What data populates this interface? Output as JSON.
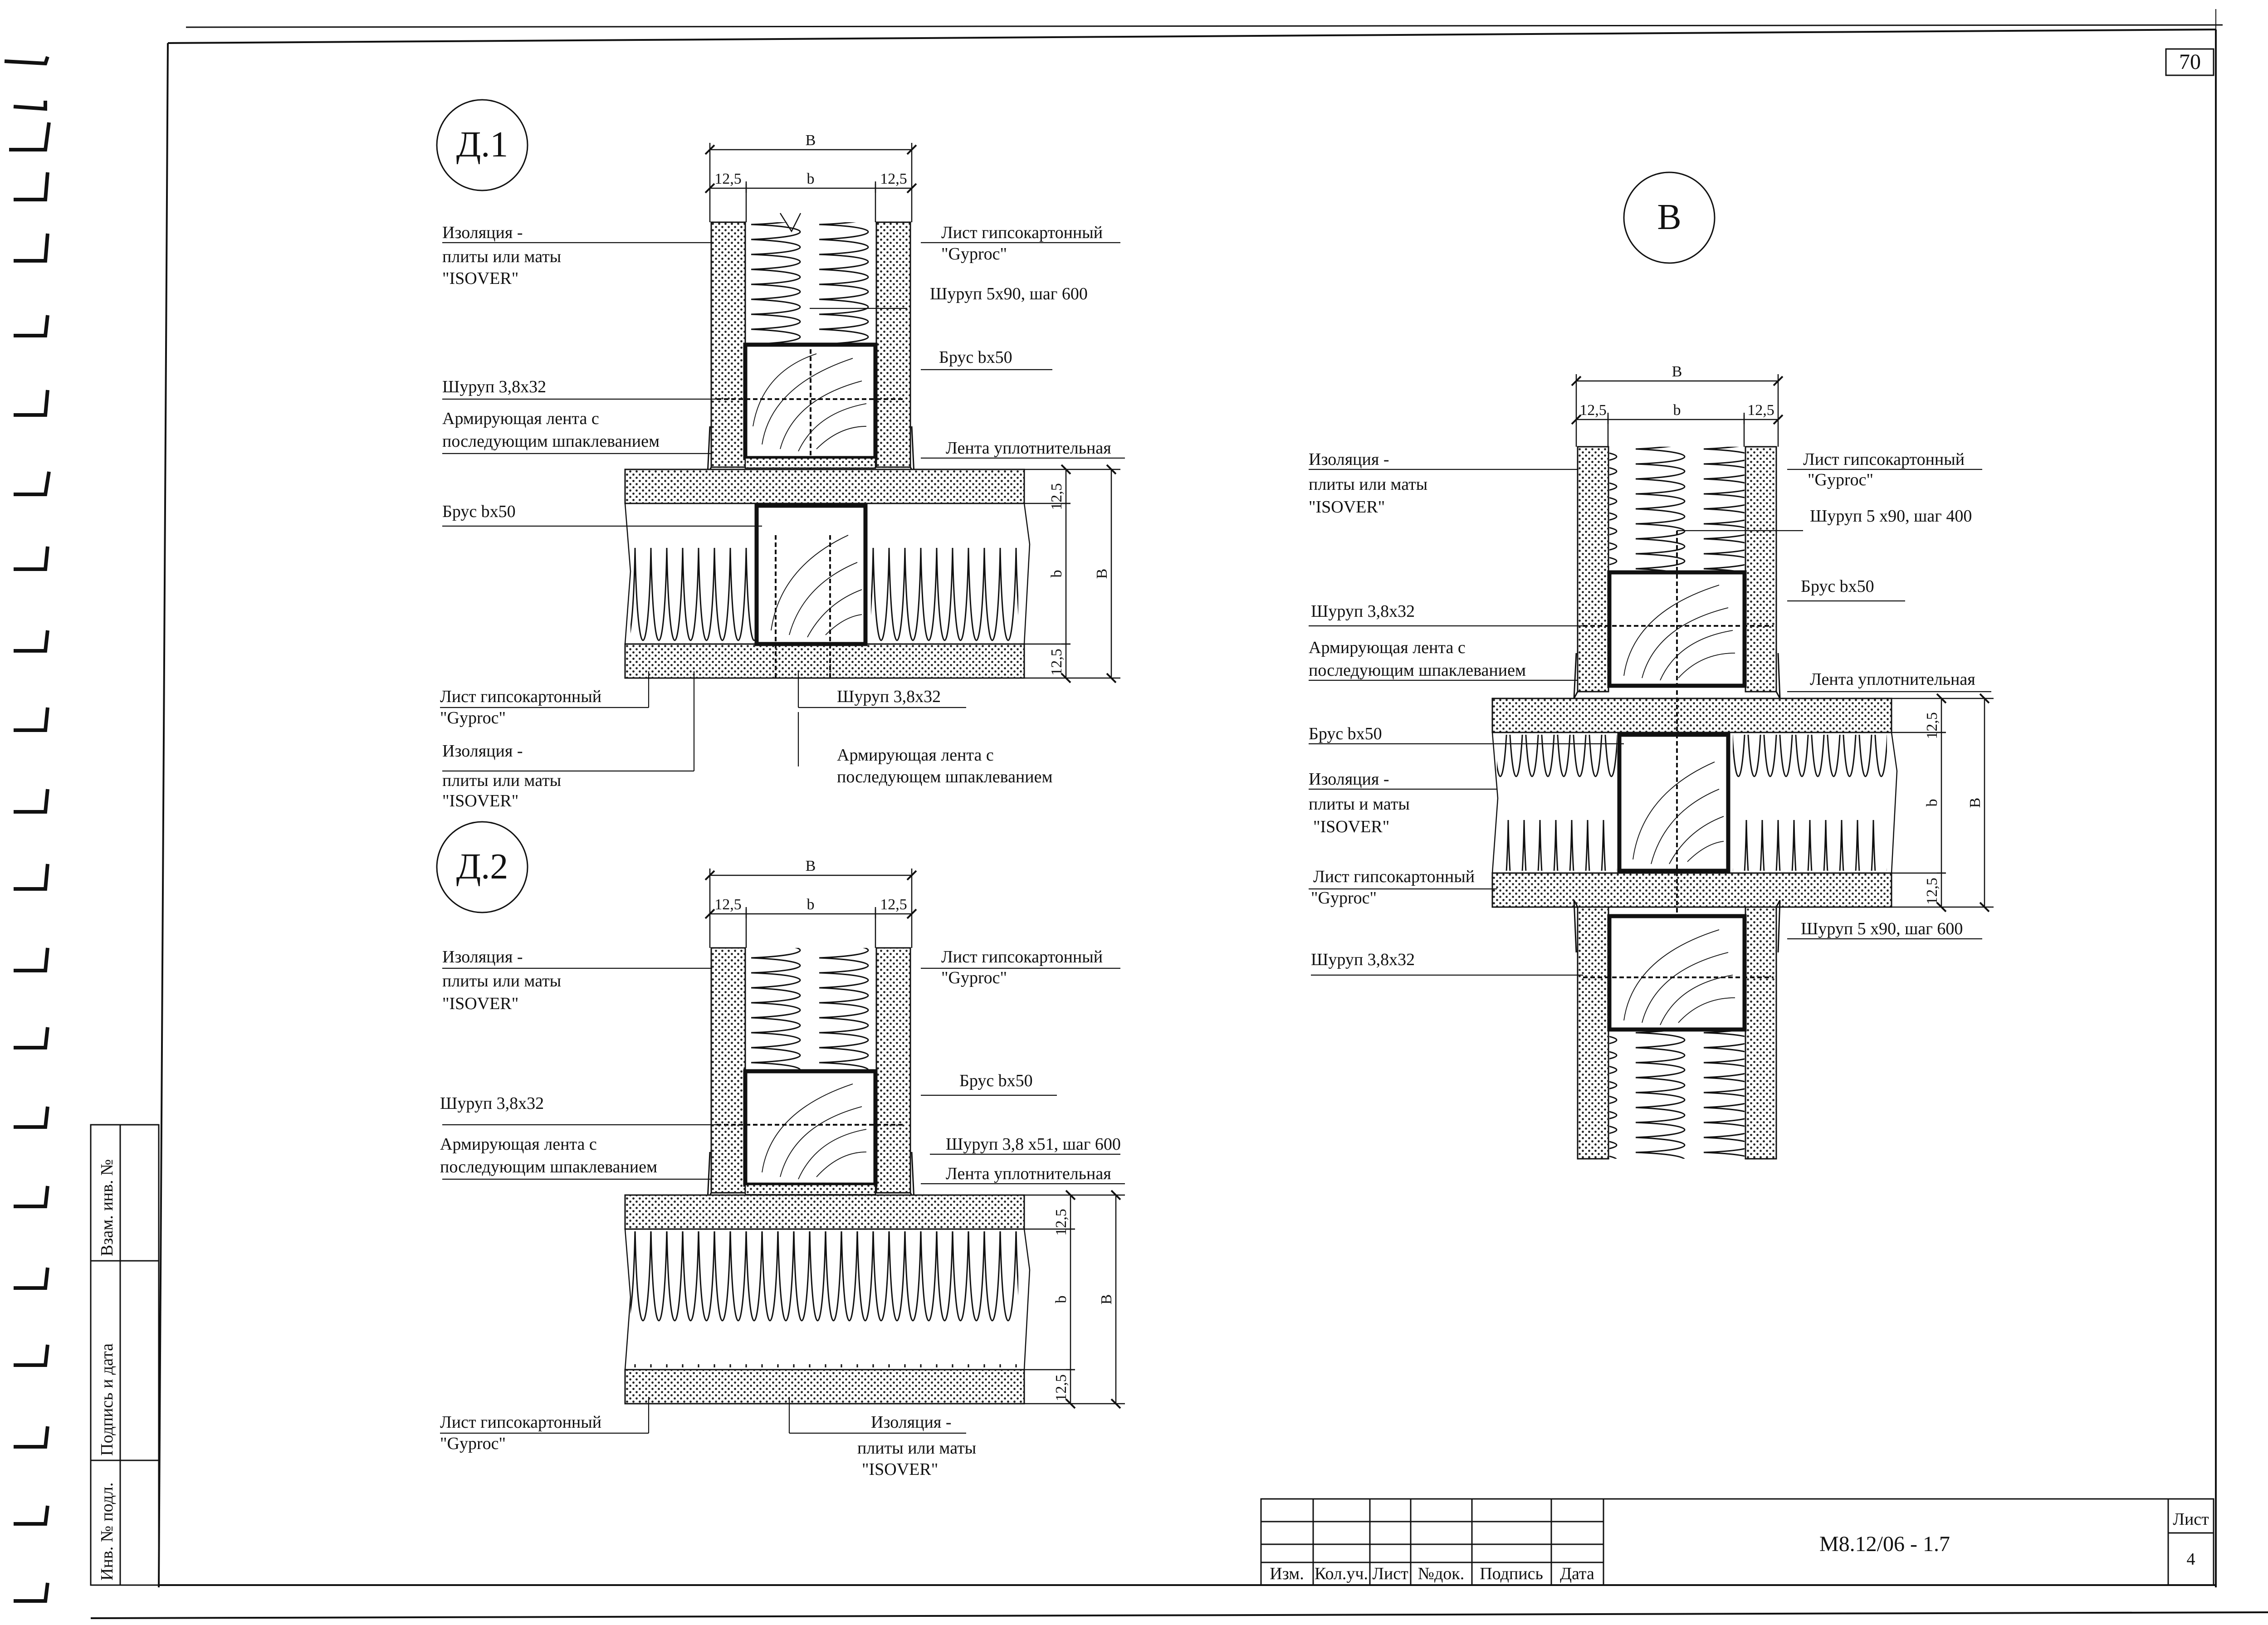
{
  "sheet": {
    "page_number": "70",
    "code": "М8.12/06 - 1.7",
    "list_label": "Лист",
    "list_number": "4"
  },
  "title_block": {
    "headers": [
      "Изм.",
      "Кол.уч.",
      "Лист",
      "№док.",
      "Подпись",
      "Дата"
    ]
  },
  "side_stamp": [
    "Инв. № подл.",
    "Подпись и дата",
    "Взам. инв. №"
  ],
  "detail_d1": {
    "id": "Д.1",
    "dims": {
      "B": "B",
      "side": "12,5",
      "b": "b"
    },
    "labels": {
      "insul_tl_1": "Изоляция -",
      "insul_tl_2": "плиты или маты",
      "insul_tl_3": "\"ISOVER\"",
      "gyp_tr_1": "Лист гипсокартонный",
      "gyp_tr_2": "\"Gyproc\"",
      "screw_590": "Шуруп 5х90, шаг 600",
      "brus_r": "Брус bх50",
      "screw_38_l": "Шуруп 3,8х32",
      "tape_l_1": "Армирующая лента с",
      "tape_l_2": "последующим шпаклеванием",
      "seal": "Лента уплотнительная",
      "brus_l": "Брус bх50",
      "gyp_bl_1": "Лист гипсокартонный",
      "gyp_bl_2": "\"Gyproc\"",
      "insul_bl_1": "Изоляция -",
      "insul_bl_2": "плиты или маты",
      "insul_bl_3": "\"ISOVER\"",
      "screw_38_b": "Шуруп 3,8х32",
      "tape_b_1": "Армирующая лента с",
      "tape_b_2": "последующем шпаклеванием"
    }
  },
  "detail_d2": {
    "id": "Д.2",
    "dims": {
      "B": "B",
      "side": "12,5",
      "b": "b"
    },
    "labels": {
      "insul_tl_1": "Изоляция -",
      "insul_tl_2": "плиты или маты",
      "insul_tl_3": "\"ISOVER\"",
      "gyp_tr_1": "Лист гипсокартонный",
      "gyp_tr_2": "\"Gyproc\"",
      "brus_r": "Брус bх50",
      "screw_38_l": "Шуруп 3,8х32",
      "tape_l_1": "Армирующая лента с",
      "tape_l_2": "последующим шпаклеванием",
      "screw_351": "Шуруп 3,8 х51, шаг 600",
      "seal": "Лента уплотнительная",
      "gyp_bl_1": "Лист гипсокартонный",
      "gyp_bl_2": "\"Gyproc\"",
      "insul_b_1": "Изоляция -",
      "insul_b_2": "плиты или маты",
      "insul_b_3": "\"ISOVER\""
    }
  },
  "detail_v": {
    "id": "В",
    "dims": {
      "B": "B",
      "side": "12,5",
      "b": "b"
    },
    "labels": {
      "insul_tl_1": "Изоляция -",
      "insul_tl_2": "плиты или маты",
      "insul_tl_3": "\"ISOVER\"",
      "gyp_tr_1": "Лист гипсокартонный",
      "gyp_tr_2": "\"Gyproc\"",
      "screw_590_400": "Шуруп 5 х90, шаг 400",
      "brus_r": "Брус bх50",
      "screw_38": "Шуруп 3,8х32",
      "tape_1": "Армирующая лента с",
      "tape_2": "последующим шпаклеванием",
      "seal": "Лента уплотнительная",
      "brus_l": "Брус bх50",
      "insul_ml_1": "Изоляция -",
      "insul_ml_2": "плиты и маты",
      "insul_ml_3": "\"ISOVER\"",
      "gyp_ml_1": "Лист гипсокартонный",
      "gyp_ml_2": "\"Gyproc\"",
      "screw_590_600": "Шуруп 5 х90, шаг 600",
      "screw_38_b": "Шуруп 3,8х32"
    }
  }
}
